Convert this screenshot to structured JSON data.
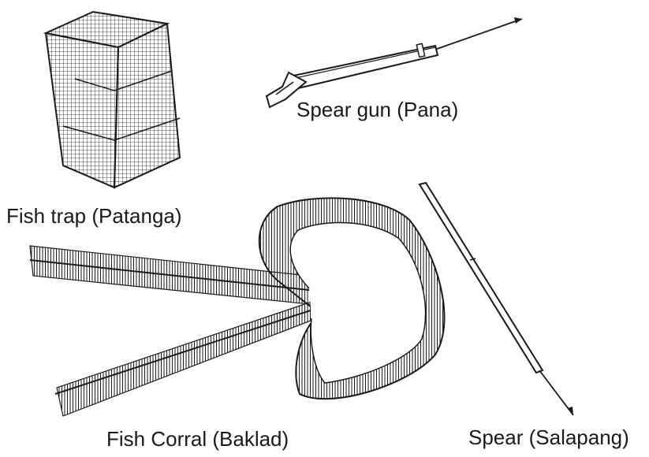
{
  "labels": {
    "spear_gun": "Spear gun (Pana)",
    "fish_trap": "Fish trap (Patanga)",
    "fish_corral": "Fish Corral (Baklad)",
    "spear": "Spear (Salapang)"
  },
  "ink_color": "#1a1a1a",
  "paper_color": "#ffffff"
}
